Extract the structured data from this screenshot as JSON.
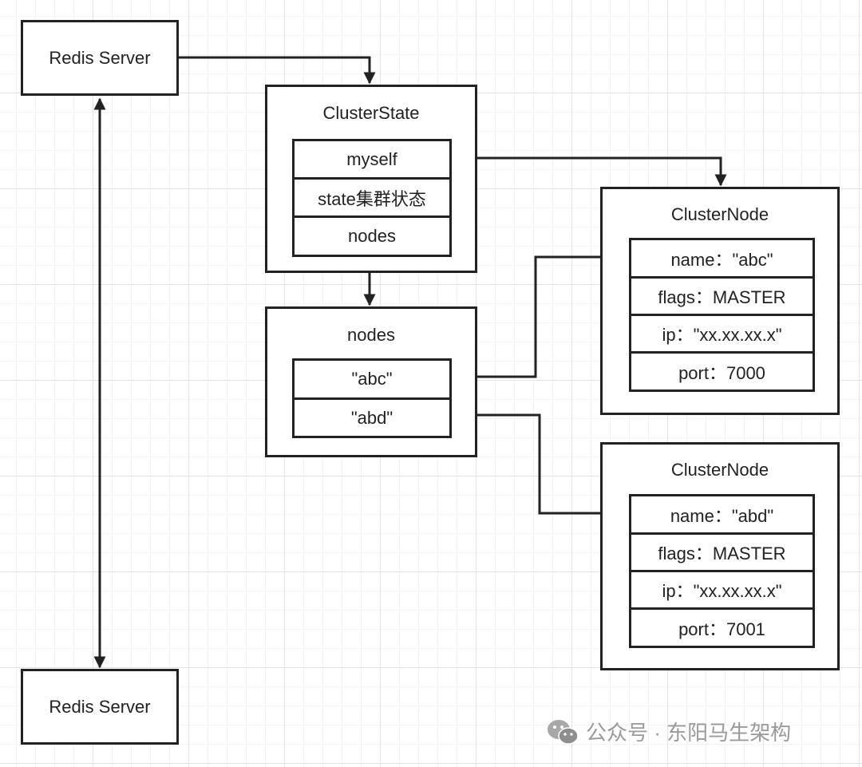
{
  "servers": {
    "top": "Redis Server",
    "bottom": "Redis Server"
  },
  "cluster_state": {
    "title": "ClusterState",
    "fields": [
      "myself",
      "state集群状态",
      "nodes"
    ]
  },
  "nodes_dict": {
    "title": "nodes",
    "keys": [
      "\"abc\"",
      "\"abd\""
    ]
  },
  "cluster_nodes": [
    {
      "title": "ClusterNode",
      "fields": [
        "name：\"abc\"",
        "flags：MASTER",
        "ip：\"xx.xx.xx.x\"",
        "port：7000"
      ]
    },
    {
      "title": "ClusterNode",
      "fields": [
        "name：\"abd\"",
        "flags：MASTER",
        "ip：\"xx.xx.xx.x\"",
        "port：7001"
      ]
    }
  ],
  "watermark": {
    "text": "公众号 · 东阳马生架构",
    "icon": "wechat-icon"
  },
  "colors": {
    "line": "#222222",
    "watermark": "#9a9a9a"
  }
}
